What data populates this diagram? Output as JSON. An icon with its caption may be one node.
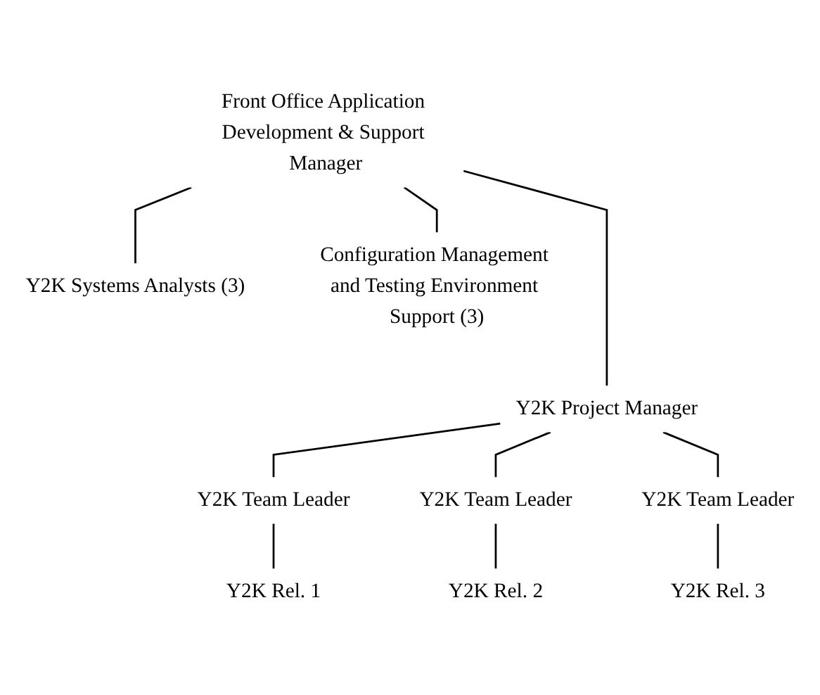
{
  "diagram": {
    "nodes": [
      {
        "text": [
          "Front Office Application Development & Support Manager"
        ]
      },
      {
        "text": [
          "Y2K Systems Analysts (3)"
        ]
      },
      {
        "text": [
          "Configuration Management and Testing Environment Support (3)"
        ]
      },
      {
        "text": [
          "Y2K Project Manager"
        ]
      },
      {
        "text": [
          "Y2K Team Leader"
        ]
      },
      {
        "text": [
          "Y2K Team Leader"
        ]
      },
      {
        "text": [
          "Y2K Team Leader"
        ]
      },
      {
        "text": [
          "Y2K Rel. 1"
        ]
      },
      {
        "text": [
          "Y2K Rel. 2"
        ]
      },
      {
        "text": [
          "Y2K Rel. 3"
        ]
      }
    ],
    "edges": [
      {
        "from": 0,
        "to": 1,
        "arrow": "none"
      },
      {
        "from": 0,
        "to": 2,
        "arrow": "none"
      },
      {
        "from": 0,
        "to": 3,
        "arrow": "none"
      },
      {
        "from": 3,
        "to": 4,
        "arrow": "none"
      },
      {
        "from": 3,
        "to": 5,
        "arrow": "none"
      },
      {
        "from": 3,
        "to": 6,
        "arrow": "none"
      },
      {
        "from": 4,
        "to": 7,
        "arrow": "none"
      },
      {
        "from": 5,
        "to": 8,
        "arrow": "none"
      },
      {
        "from": 6,
        "to": 9,
        "arrow": "none"
      }
    ]
  }
}
